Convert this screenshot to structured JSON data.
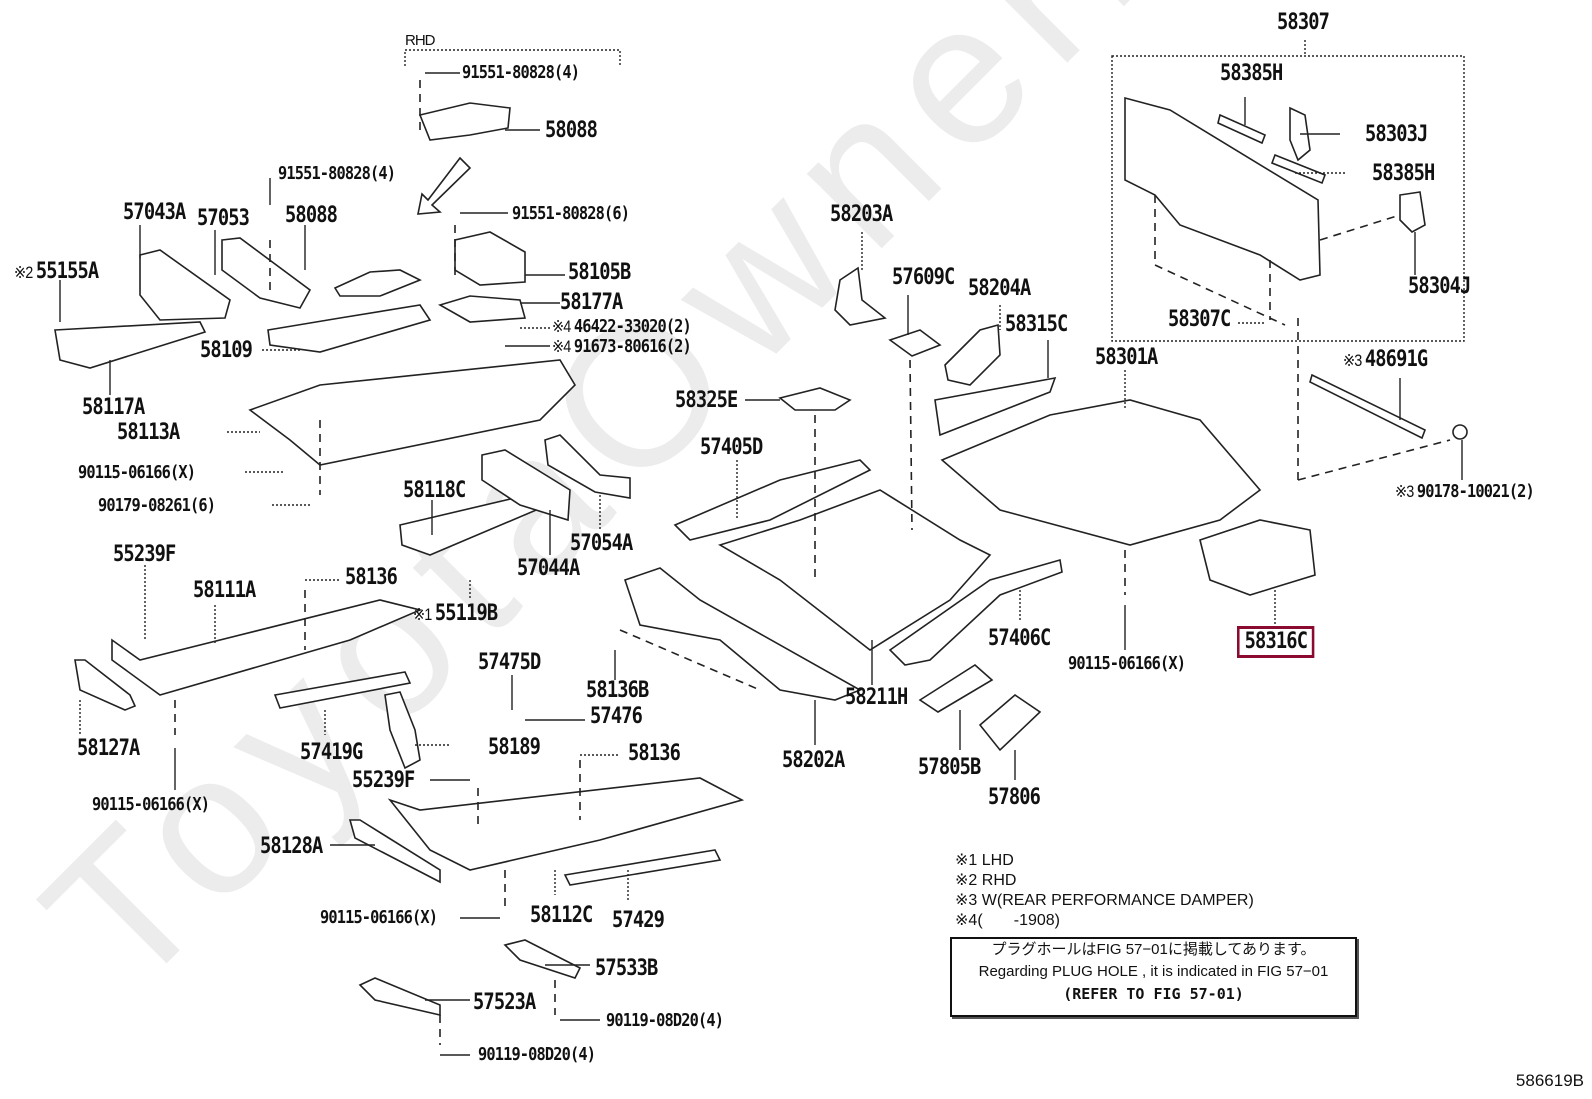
{
  "watermark": "ToyotaOwner.ru",
  "figure_id": "586619B",
  "callouts": [
    {
      "id": "rhd-header",
      "text": "RHD"
    },
    {
      "id": "c1",
      "text": "91551-80828(4)"
    },
    {
      "id": "c2",
      "text": "58088"
    },
    {
      "id": "c3",
      "text": "91551-80828(4)"
    },
    {
      "id": "c4",
      "text": "58088"
    },
    {
      "id": "c5",
      "text": "91551-80828(6)"
    },
    {
      "id": "c6",
      "text": "57043A"
    },
    {
      "id": "c7",
      "text": "57053"
    },
    {
      "id": "c8",
      "text": "55155A",
      "mark": "※2"
    },
    {
      "id": "c9",
      "text": "58105B"
    },
    {
      "id": "c10",
      "text": "58177A"
    },
    {
      "id": "c11",
      "text": "46422-33020(2)",
      "mark": "※4"
    },
    {
      "id": "c12",
      "text": "91673-80616(2)",
      "mark": "※4"
    },
    {
      "id": "c13",
      "text": "58109"
    },
    {
      "id": "c14",
      "text": "58117A"
    },
    {
      "id": "c15",
      "text": "58113A"
    },
    {
      "id": "c16",
      "text": "90115-06166(X)"
    },
    {
      "id": "c17",
      "text": "90179-08261(6)"
    },
    {
      "id": "c18",
      "text": "58118C"
    },
    {
      "id": "c19",
      "text": "57044A"
    },
    {
      "id": "c20",
      "text": "57054A"
    },
    {
      "id": "c21",
      "text": "55239F"
    },
    {
      "id": "c22",
      "text": "58111A"
    },
    {
      "id": "c23",
      "text": "58136"
    },
    {
      "id": "c24",
      "text": "55119B",
      "mark": "※1"
    },
    {
      "id": "c25",
      "text": "58127A"
    },
    {
      "id": "c26",
      "text": "57419G"
    },
    {
      "id": "c27",
      "text": "90115-06166(X)"
    },
    {
      "id": "c28",
      "text": "57475D"
    },
    {
      "id": "c29",
      "text": "58136B"
    },
    {
      "id": "c30",
      "text": "57476"
    },
    {
      "id": "c31",
      "text": "58189"
    },
    {
      "id": "c32",
      "text": "58136"
    },
    {
      "id": "c33",
      "text": "55239F"
    },
    {
      "id": "c34",
      "text": "58128A"
    },
    {
      "id": "c35",
      "text": "90115-06166(X)"
    },
    {
      "id": "c36",
      "text": "58112C"
    },
    {
      "id": "c37",
      "text": "57429"
    },
    {
      "id": "c38",
      "text": "57533B"
    },
    {
      "id": "c39",
      "text": "57523A"
    },
    {
      "id": "c40",
      "text": "90119-08D20(4)"
    },
    {
      "id": "c41",
      "text": "90119-08D20(4)"
    },
    {
      "id": "c42",
      "text": "58203A"
    },
    {
      "id": "c43",
      "text": "57609C"
    },
    {
      "id": "c44",
      "text": "58204A"
    },
    {
      "id": "c45",
      "text": "58315C"
    },
    {
      "id": "c46",
      "text": "58325E"
    },
    {
      "id": "c47",
      "text": "57405D"
    },
    {
      "id": "c48",
      "text": "58301A"
    },
    {
      "id": "c49",
      "text": "57406C"
    },
    {
      "id": "c50",
      "text": "58211H"
    },
    {
      "id": "c51",
      "text": "58202A"
    },
    {
      "id": "c52",
      "text": "57805B"
    },
    {
      "id": "c53",
      "text": "57806"
    },
    {
      "id": "c54",
      "text": "90115-06166(X)"
    },
    {
      "id": "c55",
      "text": "58316C",
      "highlighted": true
    },
    {
      "id": "c56",
      "text": "58307"
    },
    {
      "id": "c57",
      "text": "58385H"
    },
    {
      "id": "c58",
      "text": "58303J"
    },
    {
      "id": "c59",
      "text": "58385H"
    },
    {
      "id": "c60",
      "text": "58304J"
    },
    {
      "id": "c61",
      "text": "58307C"
    },
    {
      "id": "c62",
      "text": "48691G",
      "mark": "※3"
    },
    {
      "id": "c63",
      "text": "90178-10021(2)",
      "mark": "※3"
    }
  ],
  "highlight_color": "#8b0a2f",
  "legend": [
    {
      "mark": "※1",
      "text": "LHD"
    },
    {
      "mark": "※2",
      "text": "RHD"
    },
    {
      "mark": "※3",
      "text": "W(REAR PERFORMANCE DAMPER)"
    },
    {
      "mark": "※4",
      "text": "(       -1908)"
    }
  ],
  "notice": {
    "japanese": "プラグホールはFIG 57−01に掲載してあります。",
    "english": "Regarding  PLUG  HOLE , it is indicated in FIG  57−01",
    "refer": "(REFER TO FIG 57-01)"
  }
}
